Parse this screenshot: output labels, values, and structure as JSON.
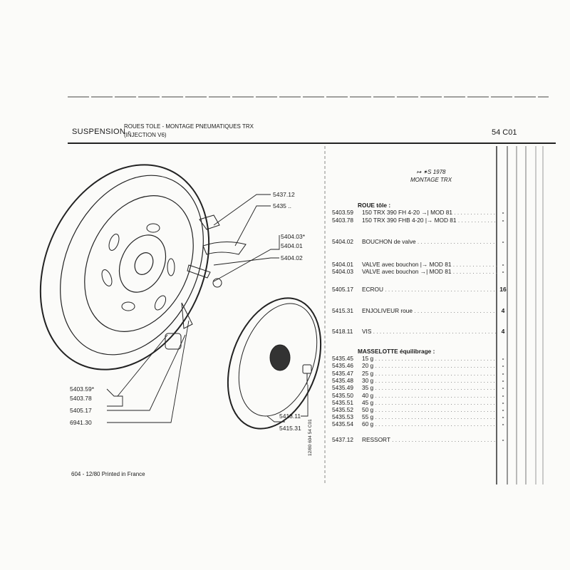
{
  "header": {
    "section": "SUSPENSION -",
    "title": "ROUES TOLE - MONTAGE PNEUMATIQUES TRX",
    "subtitle": "(INJECTION V6)",
    "page_code": "54 C01"
  },
  "intro": {
    "date": "↦ ✶S 1978",
    "mounting": "MONTAGE TRX"
  },
  "groups": {
    "roue": "ROUE tôle :",
    "masselotte": "MASSELOTTE équilibrage :"
  },
  "rows": [
    {
      "ref": "5403.59",
      "desc": "150 TRX 390 FH 4-20  →| MOD 81",
      "qty": "-"
    },
    {
      "ref": "5403.78",
      "desc": "150 TRX 390 FHB 4-20  |→ MOD 81",
      "qty": "-"
    },
    {
      "ref": "5404.02",
      "desc": "BOUCHON de valve",
      "qty": "-"
    },
    {
      "ref": "5404.01",
      "desc": "VALVE avec bouchon  |→ MOD 81",
      "qty": "-"
    },
    {
      "ref": "5404.03",
      "desc": "VALVE avec bouchon  →| MOD 81",
      "qty": "-"
    },
    {
      "ref": "5405.17",
      "desc": "ECROU",
      "qty": "16"
    },
    {
      "ref": "5415.31",
      "desc": "ENJOLIVEUR roue",
      "qty": "4"
    },
    {
      "ref": "5418.11",
      "desc": "VIS",
      "qty": "4"
    },
    {
      "ref": "5435.45",
      "desc": "15 g",
      "qty": "-"
    },
    {
      "ref": "5435.46",
      "desc": "20 g",
      "qty": "-"
    },
    {
      "ref": "5435.47",
      "desc": "25 g",
      "qty": "-"
    },
    {
      "ref": "5435.48",
      "desc": "30 g",
      "qty": "-"
    },
    {
      "ref": "5435.49",
      "desc": "35 g",
      "qty": "-"
    },
    {
      "ref": "5435.50",
      "desc": "40 g",
      "qty": "-"
    },
    {
      "ref": "5435.51",
      "desc": "45 g",
      "qty": "-"
    },
    {
      "ref": "5435.52",
      "desc": "50 g",
      "qty": "-"
    },
    {
      "ref": "5435.53",
      "desc": "55 g",
      "qty": "-"
    },
    {
      "ref": "5435.54",
      "desc": "60 g",
      "qty": "-"
    },
    {
      "ref": "5437.12",
      "desc": "RESSORT",
      "qty": "-"
    }
  ],
  "callouts": [
    "5437.12",
    "5435 ..",
    "5404.03*",
    "5404.01",
    "5404.02",
    "5403.59*",
    "5403.78",
    "5405.17",
    "6941.30",
    "5418.11",
    "5415.31"
  ],
  "footer": {
    "print": "604 - 12/80  Printed in France",
    "vertical": "12/80 604 54 C01"
  }
}
